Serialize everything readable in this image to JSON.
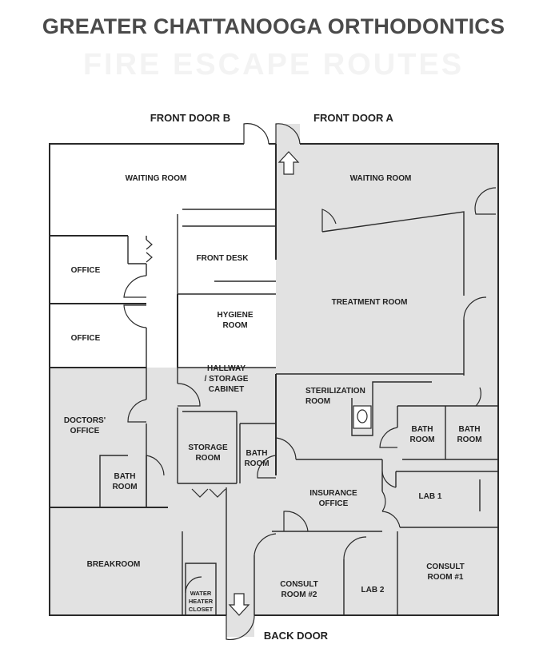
{
  "title": "GREATER CHATTANOOGA ORTHODONTICS",
  "subtitle": "FIRE ESCAPE ROUTES",
  "colors": {
    "shade": "#e2e2e2",
    "wall": "#2a2a2a",
    "title": "#4a4a4a"
  },
  "doors": {
    "front_b": "FRONT DOOR B",
    "front_a": "FRONT DOOR A",
    "back": "BACK DOOR"
  },
  "rooms": {
    "waiting_room_b": "WAITING ROOM",
    "waiting_room_a": "WAITING ROOM",
    "office_1": "OFFICE",
    "office_2": "OFFICE",
    "front_desk": "FRONT DESK",
    "treatment_room": "TREATMENT ROOM",
    "hygiene_room": [
      "HYGIENE",
      "ROOM"
    ],
    "hallway_storage": [
      "HALLWAY",
      "/ STORAGE",
      "CABINET"
    ],
    "sterilization_room": [
      "STERILIZATION",
      "ROOM"
    ],
    "doctors_office": [
      "DOCTORS'",
      "OFFICE"
    ],
    "storage_room": [
      "STORAGE",
      "ROOM"
    ],
    "bath_room_center": [
      "BATH",
      "ROOM"
    ],
    "bath_room_right_1": [
      "BATH",
      "ROOM"
    ],
    "bath_room_right_2": [
      "BATH",
      "ROOM"
    ],
    "bath_room_left": [
      "BATH",
      "ROOM"
    ],
    "insurance_office": [
      "INSURANCE",
      "OFFICE"
    ],
    "lab_1": "LAB 1",
    "breakroom": "BREAKROOM",
    "consult_room_2": [
      "CONSULT",
      "ROOM #2"
    ],
    "lab_2": "LAB 2",
    "consult_room_1": [
      "CONSULT",
      "ROOM #1"
    ],
    "water_heater_closet": [
      "WATER",
      "HEATER",
      "CLOSET"
    ]
  }
}
